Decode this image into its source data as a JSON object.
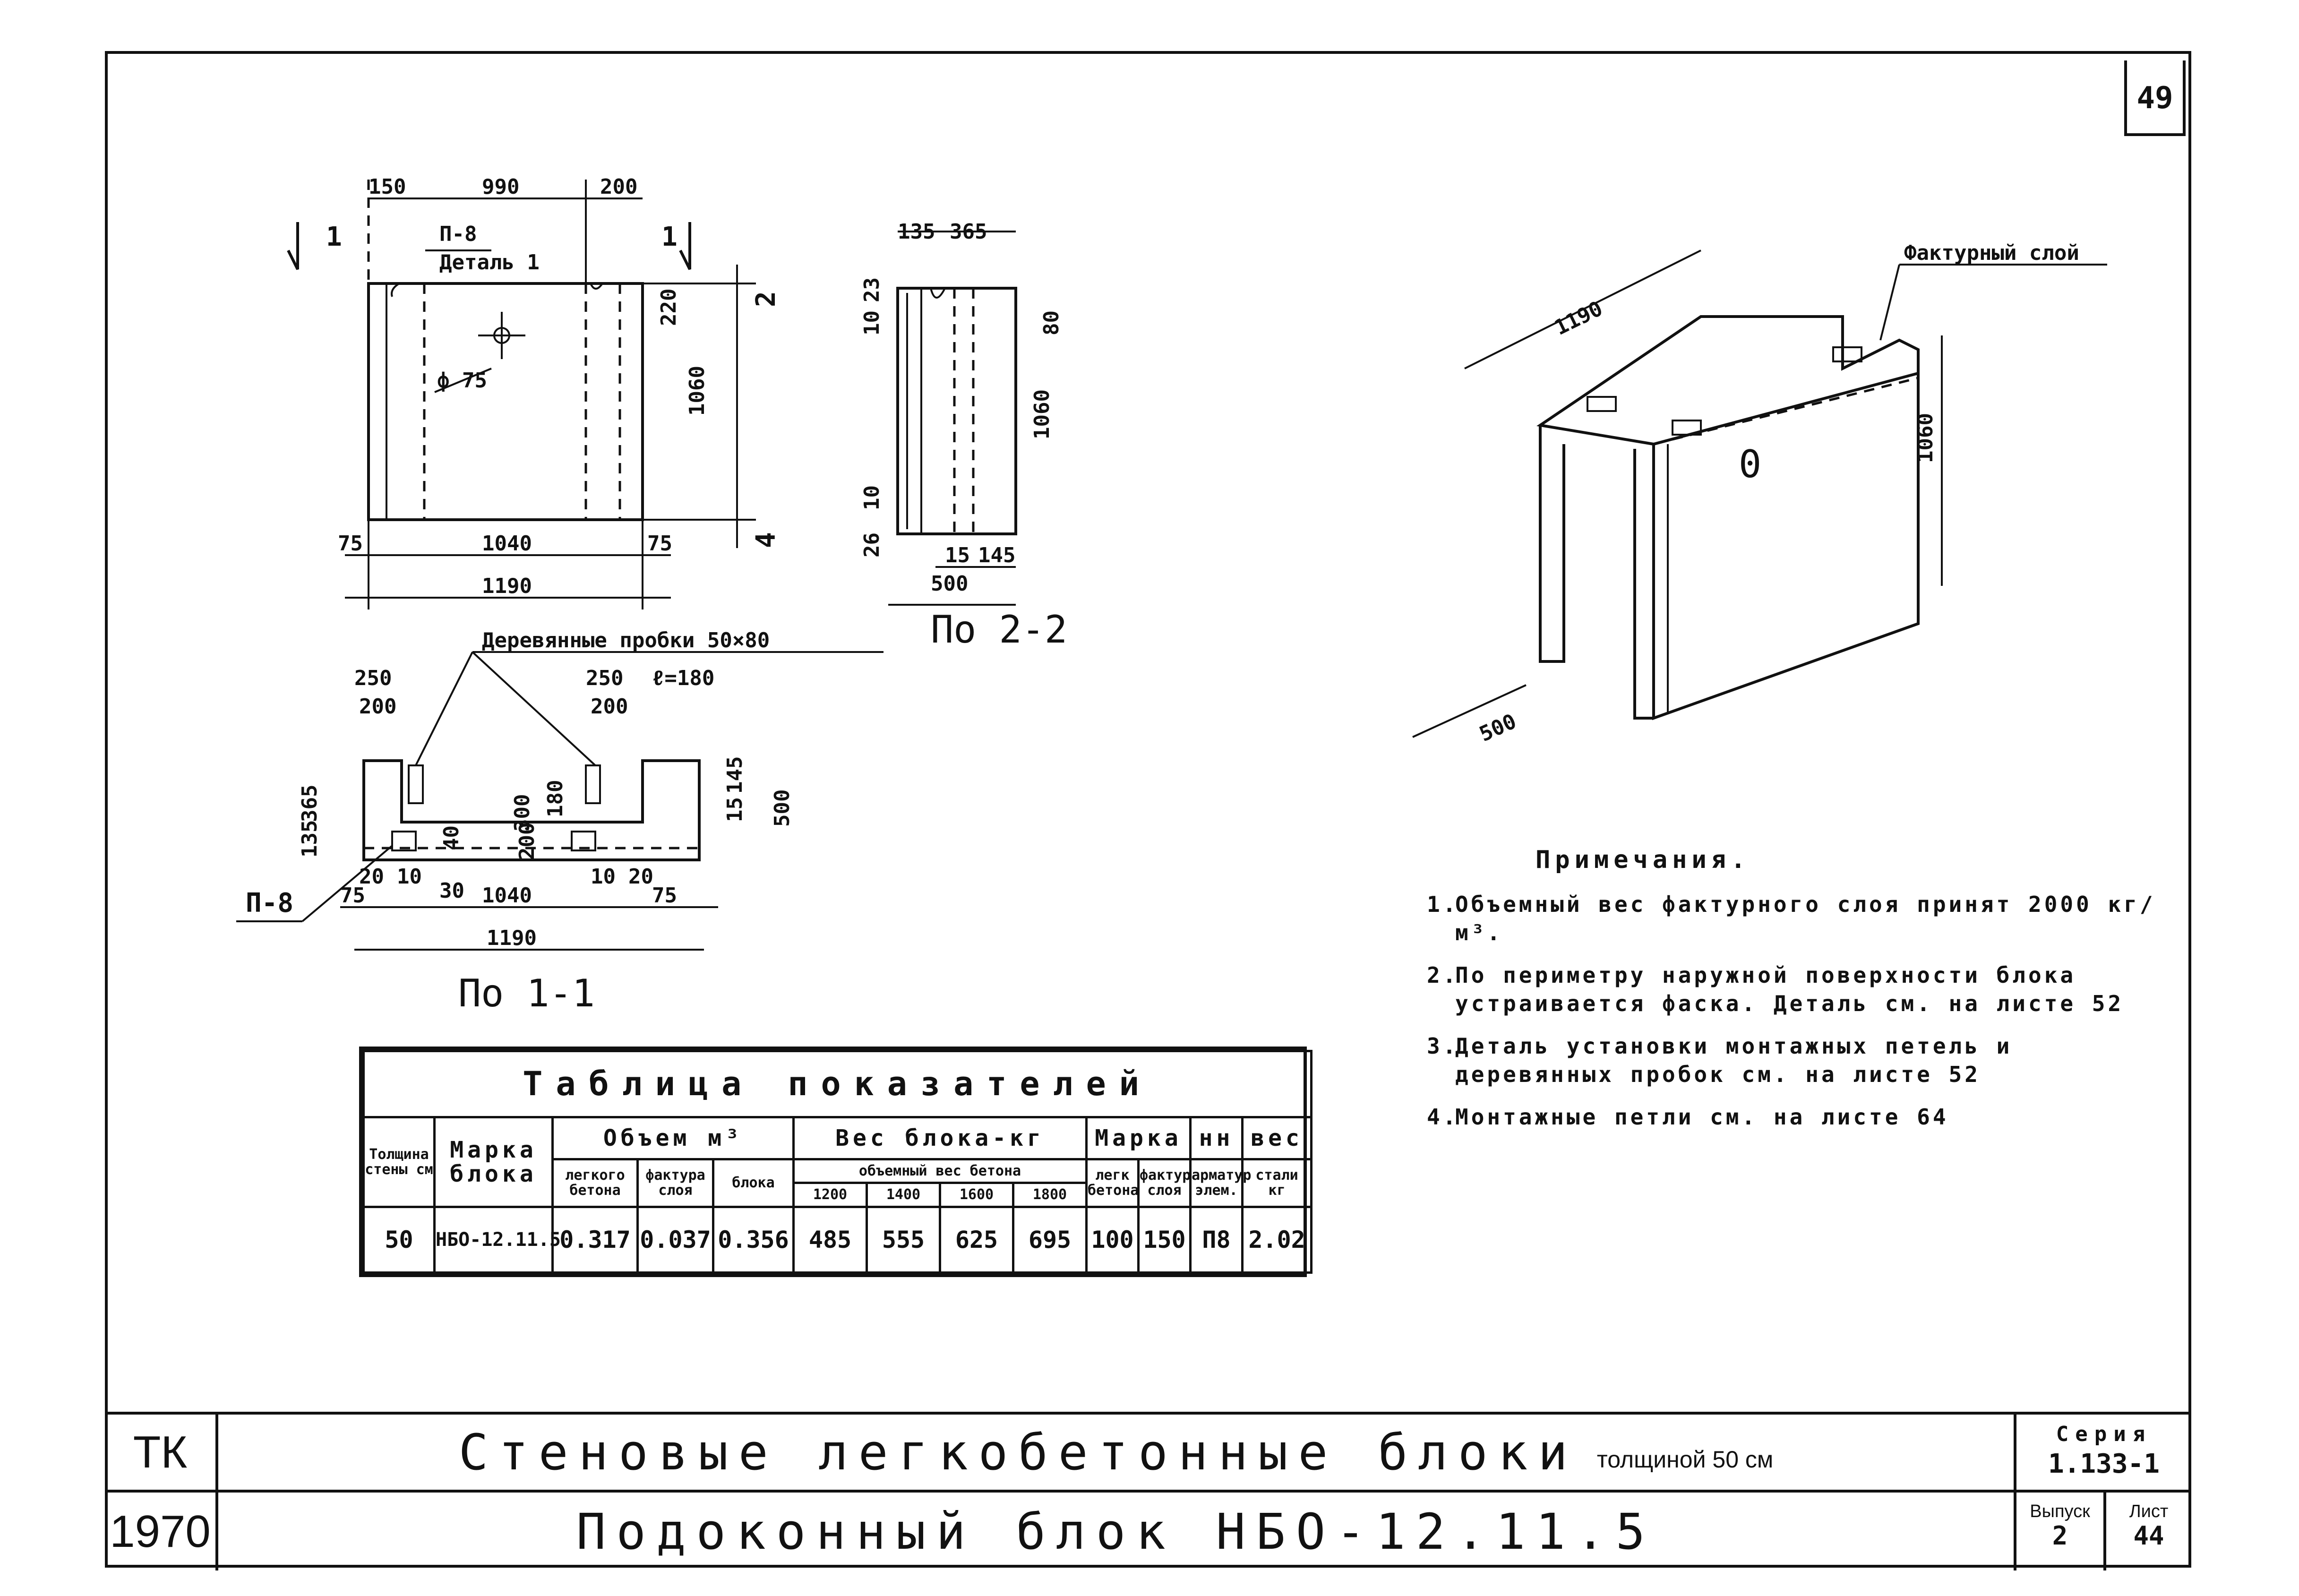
{
  "sheet_number": "49",
  "front_view": {
    "dims": [
      "150",
      "990",
      "200",
      "1040",
      "75",
      "75",
      "1190",
      "220",
      "1060",
      "2",
      "4"
    ],
    "labels": {
      "p8": "П-8",
      "detail": "Деталь 1",
      "hole": "ф 75",
      "sec_mark": "1"
    }
  },
  "section22": {
    "dims": [
      "135",
      "365",
      "10",
      "23",
      "80",
      "1060",
      "26",
      "10",
      "15",
      "145",
      "500"
    ],
    "caption": "По 2-2"
  },
  "section11": {
    "dims": [
      "250",
      "200",
      "250",
      "200",
      "365",
      "135",
      "300",
      "180",
      "15",
      "145",
      "500",
      "40",
      "200",
      "20",
      "10",
      "30",
      "10",
      "20",
      "75",
      "1040",
      "75",
      "1190"
    ],
    "labels": {
      "wood": "Деревянные пробки 50×80",
      "length": "ℓ=180",
      "p8": "П-8"
    },
    "caption": "По 1-1"
  },
  "iso_view": {
    "dims": [
      "1190",
      "1060",
      "500"
    ],
    "labels": {
      "layer": "Фактурный слой",
      "symbol": "0"
    }
  },
  "table": {
    "title": "Таблица показателей",
    "h_thick": "Толщина стены см",
    "h_mark": "Марка блока",
    "h_volume": "Объем м³",
    "h_weight": "Вес блока-кг",
    "h_mark2": "Марка",
    "h_nn": "нн",
    "h_steel": "вес",
    "sub_light": "легкого бетона",
    "sub_fact": "фактура слоя",
    "sub_block": "блока",
    "sub_vol": "объемный вес бетона",
    "sub_w": [
      "1200",
      "1400",
      "1600",
      "1800"
    ],
    "sub_lbet": "легк бетона",
    "sub_fsl": "фактур слоя",
    "sub_arm": "арматур элем.",
    "sub_st": "стали кг",
    "row": [
      "50",
      "НБО-12.11.5",
      "0.317",
      "0.037",
      "0.356",
      "485",
      "555",
      "625",
      "695",
      "100",
      "150",
      "П8",
      "2.02"
    ]
  },
  "notes": {
    "heading": "Примечания.",
    "items": [
      {
        "n": "1.",
        "text": "Объемный вес фактурного слоя принят 2000 кг/м³."
      },
      {
        "n": "2.",
        "text": "По периметру наружной поверхности блока устраивается фаска. Деталь см. на листе 52"
      },
      {
        "n": "3.",
        "text": "Деталь установки монтажных петель и деревянных пробок см. на листе 52"
      },
      {
        "n": "4.",
        "text": "Монтажные петли см. на листе 64"
      }
    ]
  },
  "title_block": {
    "tk": "ТК",
    "year": "1970",
    "title1": "Стеновые легкобетонные блоки",
    "title1_sub": "толщиной 50 см",
    "title2": "Подоконный блок НБО-12.11.5",
    "series_label": "Серия",
    "series": "1.133-1",
    "issue_label": "Выпуск",
    "issue": "2",
    "sheet_label": "Лист",
    "sheet": "44"
  }
}
